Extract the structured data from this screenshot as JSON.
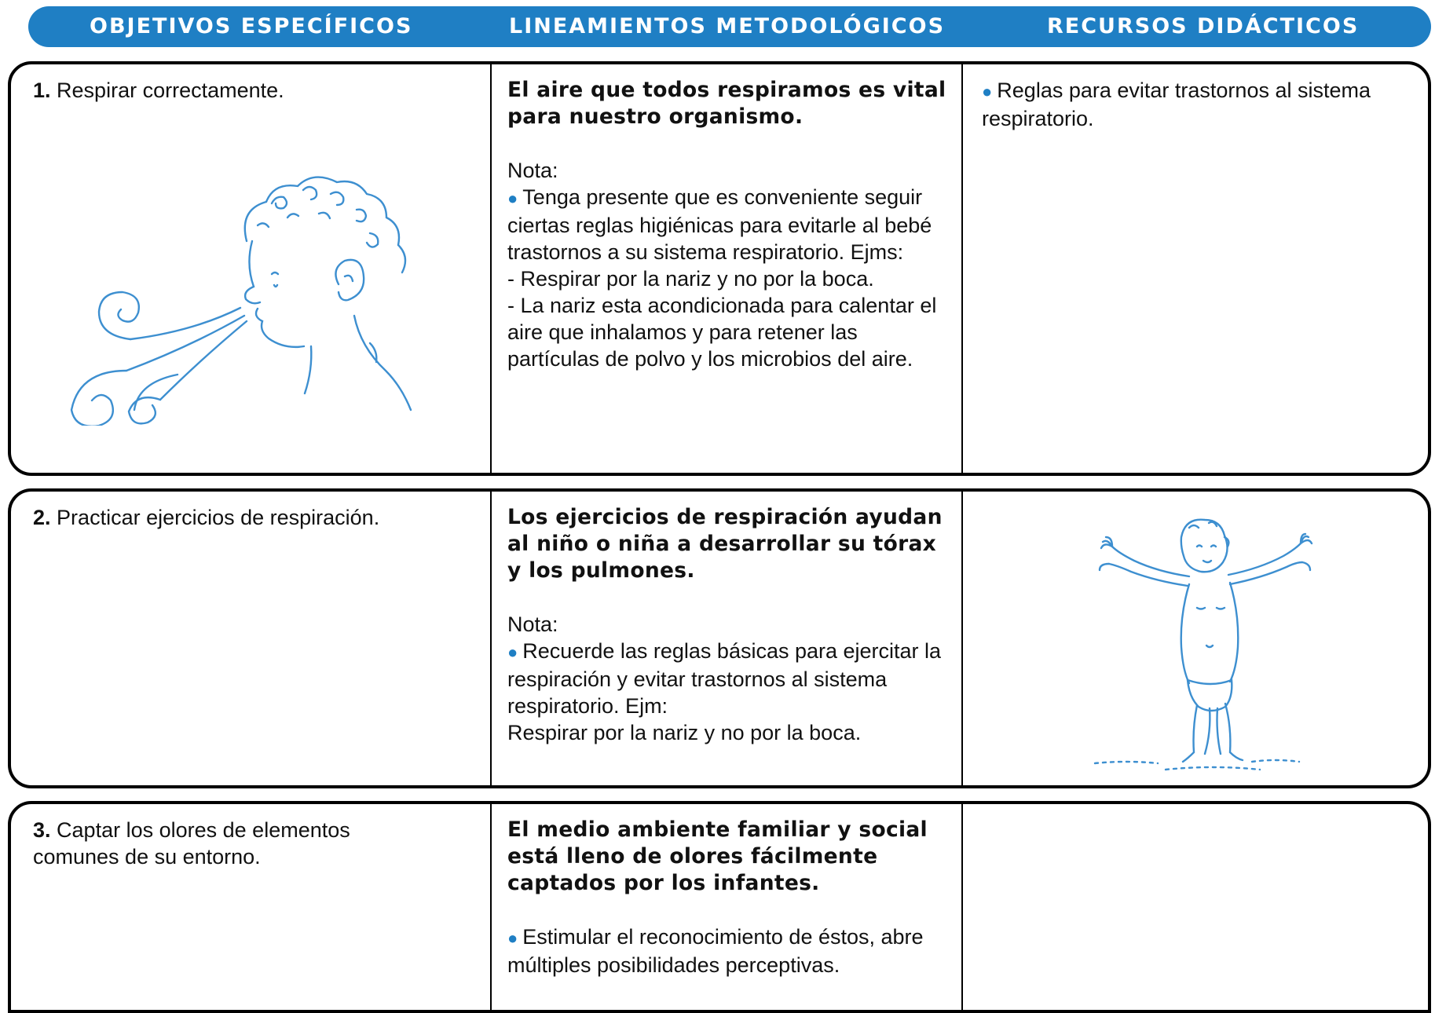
{
  "headers": {
    "objectives": "OBJETIVOS ESPECÍFICOS",
    "methods": "LINEAMIENTOS METODOLÓGICOS",
    "resources": "RECURSOS DIDÁCTICOS"
  },
  "colors": {
    "accent": "#1f7fc4",
    "border": "#000000"
  },
  "rows": [
    {
      "number": "1.",
      "objective": "Respirar correctamente.",
      "method_lead": "El aire que todos respiramos es vital para nuestro organismo.",
      "note_label": "Nota:",
      "method_body": [
        "Tenga presente que es conveniente seguir ciertas reglas higiénicas para evitarle al bebé trastornos a su sistema respiratorio. Ejms:",
        "- Respirar por la nariz y no por la boca.",
        "- La nariz esta acondicionada para calentar el aire que inhalamos y para retener las partículas de polvo y los microbios del aire."
      ],
      "resource": "Reglas para evitar trastornos al sistema respiratorio.",
      "illustration": "child-blowing-air-illustration"
    },
    {
      "number": "2.",
      "objective": "Practicar ejercicios de respiración.",
      "method_lead": "Los ejercicios de respiración ayudan al niño o niña a desarrollar su tórax y los pulmones.",
      "note_label": "Nota:",
      "method_body": [
        "Recuerde las reglas básicas para ejercitar la respiración y evitar trastornos al sistema respiratorio. Ejm:",
        "Respirar por la nariz y no por la boca."
      ],
      "resource": "",
      "illustration": "toddler-arms-open-illustration"
    },
    {
      "number": "3.",
      "objective": "Captar los olores de elementos comunes de su entorno.",
      "method_lead": "El medio ambiente familiar y social está lleno de olores fácilmente captados por los infantes.",
      "note_label": "",
      "method_body": [
        "Estimular el reconocimiento de éstos, abre múltiples posibilidades perceptivas."
      ],
      "resource": ""
    }
  ]
}
